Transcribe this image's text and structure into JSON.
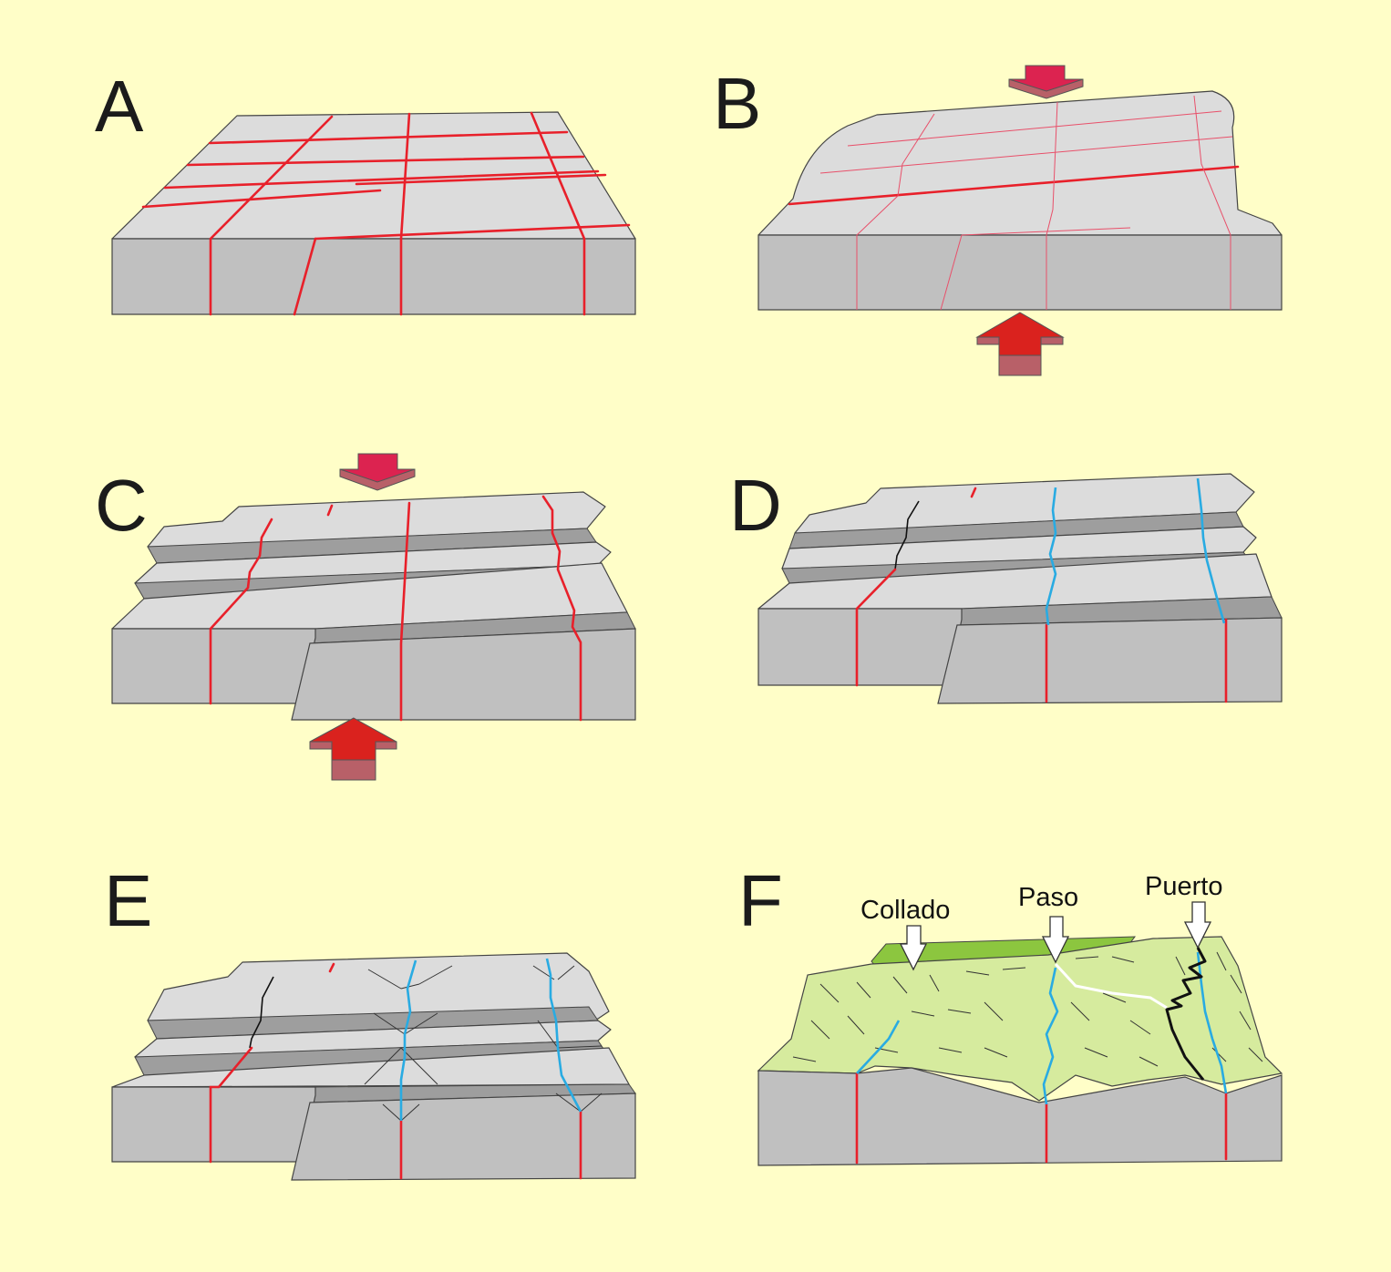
{
  "panels": {
    "a": {
      "letter": "A"
    },
    "b": {
      "letter": "B"
    },
    "c": {
      "letter": "C"
    },
    "d": {
      "letter": "D"
    },
    "e": {
      "letter": "E"
    },
    "f": {
      "letter": "F",
      "labels": {
        "collado": "Collado",
        "paso": "Paso",
        "puerto": "Puerto"
      }
    }
  },
  "colors": {
    "background": "#FFFEC8",
    "block_top": "#DCDCDC",
    "block_front": "#C0C0C0",
    "fault": "#E8202A",
    "river": "#29ABE2",
    "vegetation": "#D6EB9E",
    "vegetation_dark": "#8CC63F",
    "arrow_compression": "#DC2350"
  },
  "icons": [
    "compression-arrow-down-icon",
    "compression-arrow-up-icon",
    "callout-arrow-icon"
  ]
}
